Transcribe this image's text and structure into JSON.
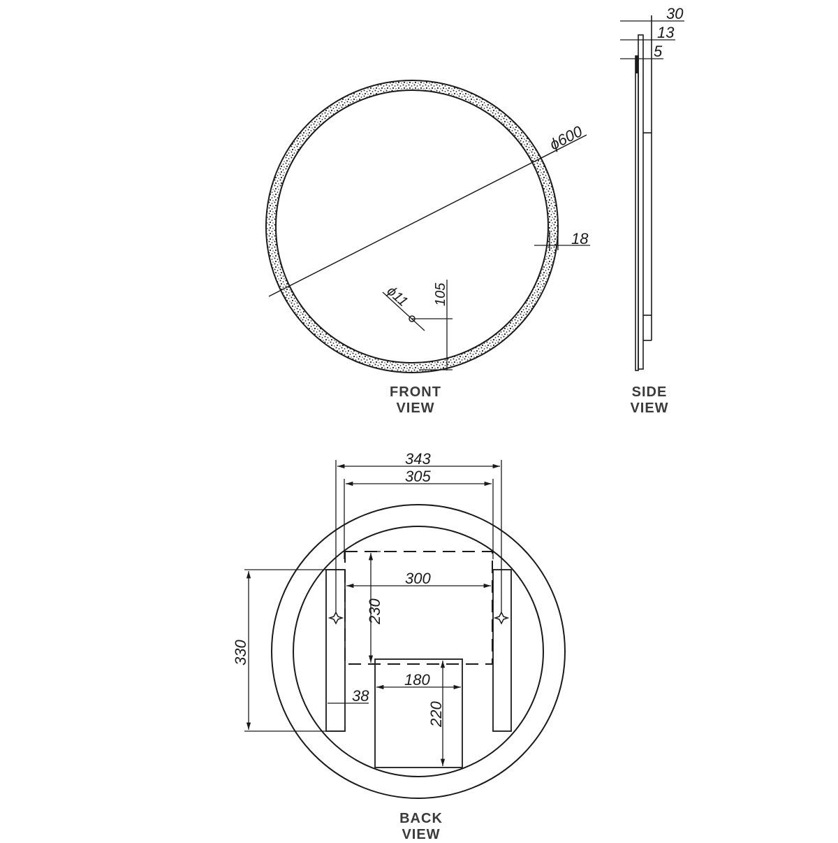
{
  "drawing": {
    "type": "technical-dimension-drawing",
    "subject": "round mirror",
    "units": "mm",
    "line_color": "#1a1a1a"
  },
  "front_view": {
    "label_line1": "FRONT",
    "label_line2": "VIEW",
    "diameter": "ϕ600",
    "frame_width": "18",
    "hole_diameter": "ϕ11",
    "hole_offset": "105"
  },
  "side_view": {
    "label_line1": "SIDE",
    "label_line2": "VIEW",
    "depth_total": "30",
    "depth_mid": "13",
    "depth_glass": "5"
  },
  "back_view": {
    "label_line1": "BACK",
    "label_line2": "VIEW",
    "bracket_outer_span": "343",
    "bracket_inner_span": "305",
    "box_width": "300",
    "box_height": "230",
    "bracket_height": "330",
    "bracket_width": "38",
    "lower_box_width": "180",
    "lower_box_height": "220"
  }
}
